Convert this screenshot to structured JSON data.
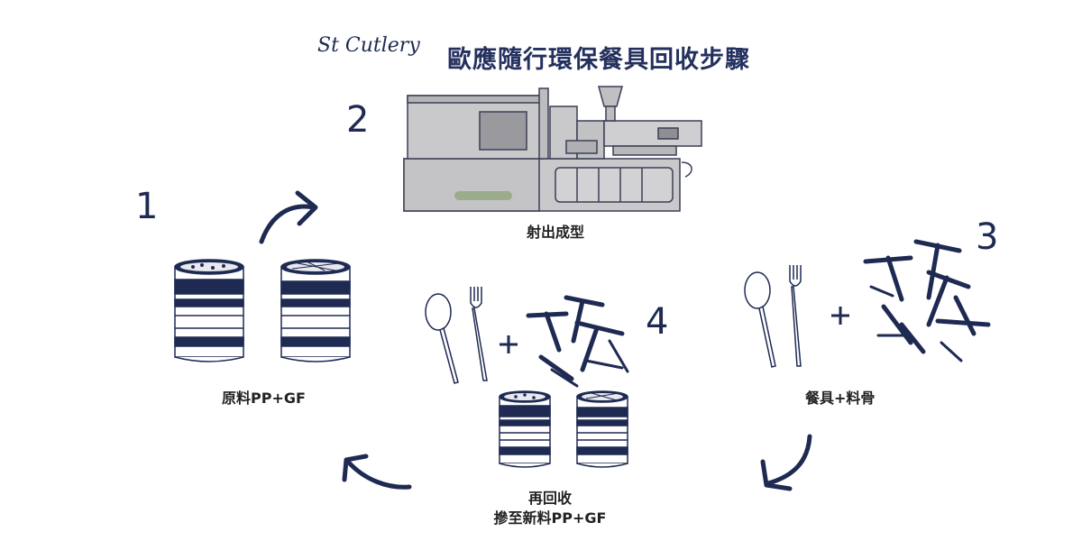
{
  "header": {
    "brand": "St Cutlery",
    "title": "歐應隨行環保餐具回收步驟"
  },
  "steps": [
    {
      "number": "1",
      "label": "原料PP+GF"
    },
    {
      "number": "2",
      "label": "射出成型"
    },
    {
      "number": "3",
      "label": "餐具+料骨"
    },
    {
      "number": "4",
      "label_line1": "再回收",
      "label_line2": "摻至新料PP+GF"
    }
  ],
  "colors": {
    "navy": "#1e2a52",
    "machine_gray": "#c9c9cb",
    "machine_outline": "#3a3f55",
    "green_bar": "#9aac8c"
  }
}
